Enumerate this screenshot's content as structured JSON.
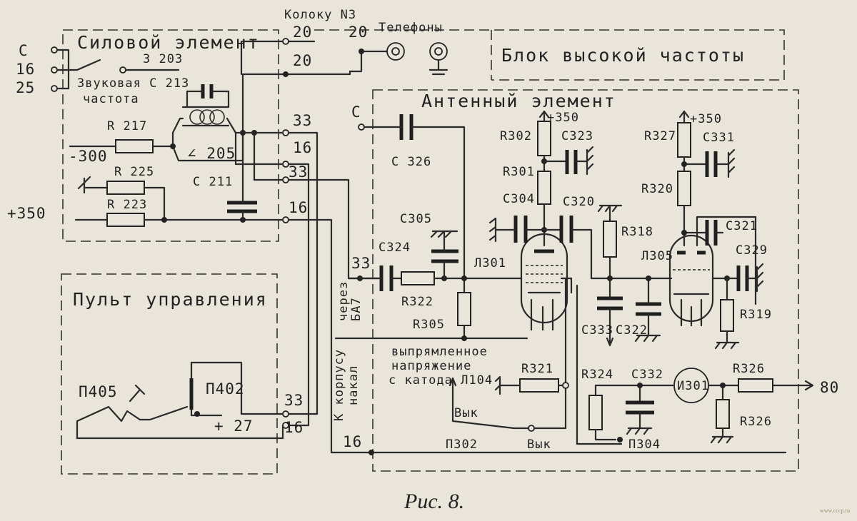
{
  "caption": "Рис. 8.",
  "watermark": "www.cccp.ru",
  "blocks": {
    "power": "Силовой элемент",
    "hf": "Блок высокой частоты",
    "antenna": "Антенный элемент",
    "control": "Пульт управления"
  },
  "terminals": {
    "left_c": "С",
    "left_16": "16",
    "left_25": "25",
    "minus300": "-300",
    "plus350": "+350",
    "plus27": "+ 27",
    "arrow80": "80",
    "c_input": "С"
  },
  "header": {
    "kolonka": "Колоку N3",
    "n20_a": "20",
    "n20_b": "20",
    "n20_c": "20",
    "telefony": "Телефоны"
  },
  "labels": {
    "z203": "З 203",
    "zvuk": "Звуковая С 213",
    "chastota": "частота",
    "r217": "R 217",
    "l205": "∠ 205",
    "r225": "R 225",
    "r223": "R 223",
    "c211": "С 211",
    "n33_a": "33",
    "n16_a": "16",
    "n33_b": "33",
    "n16_b": "16",
    "c326": "С 326",
    "c305": "С305",
    "c324": "С324",
    "n33_c": "33",
    "r322": "R322",
    "r305": "R305",
    "l301": "Л301",
    "r302": "R302",
    "r301": "R301",
    "c304": "С304",
    "c323": "С323",
    "c320": "С320",
    "plus350_a": "+350",
    "plus350_b": "+350",
    "r327": "R327",
    "c331": "С331",
    "r320": "R320",
    "r318": "R318",
    "l305": "Л305",
    "c321": "С321",
    "c329": "С329",
    "r319": "R319",
    "c333": "С333",
    "c322": "С322",
    "cherez": "через",
    "ba7": "БА7",
    "k_korpusu": "К корпусу",
    "nakal": "накал",
    "vypr1": "выпрямленное",
    "vypr2": "напряжение",
    "vypr3": "с катода Л104",
    "r321": "R321",
    "vyk_a": "Вык",
    "vyk_b": "Вык",
    "p302": "П302",
    "r324": "R324",
    "c332": "С332",
    "i301": "И301",
    "r326_a": "R326",
    "r326_b": "R326",
    "p304": "П304",
    "p405": "П405",
    "p402": "П402",
    "n33_d": "33",
    "n16_d": "16",
    "n16_e": "16"
  }
}
